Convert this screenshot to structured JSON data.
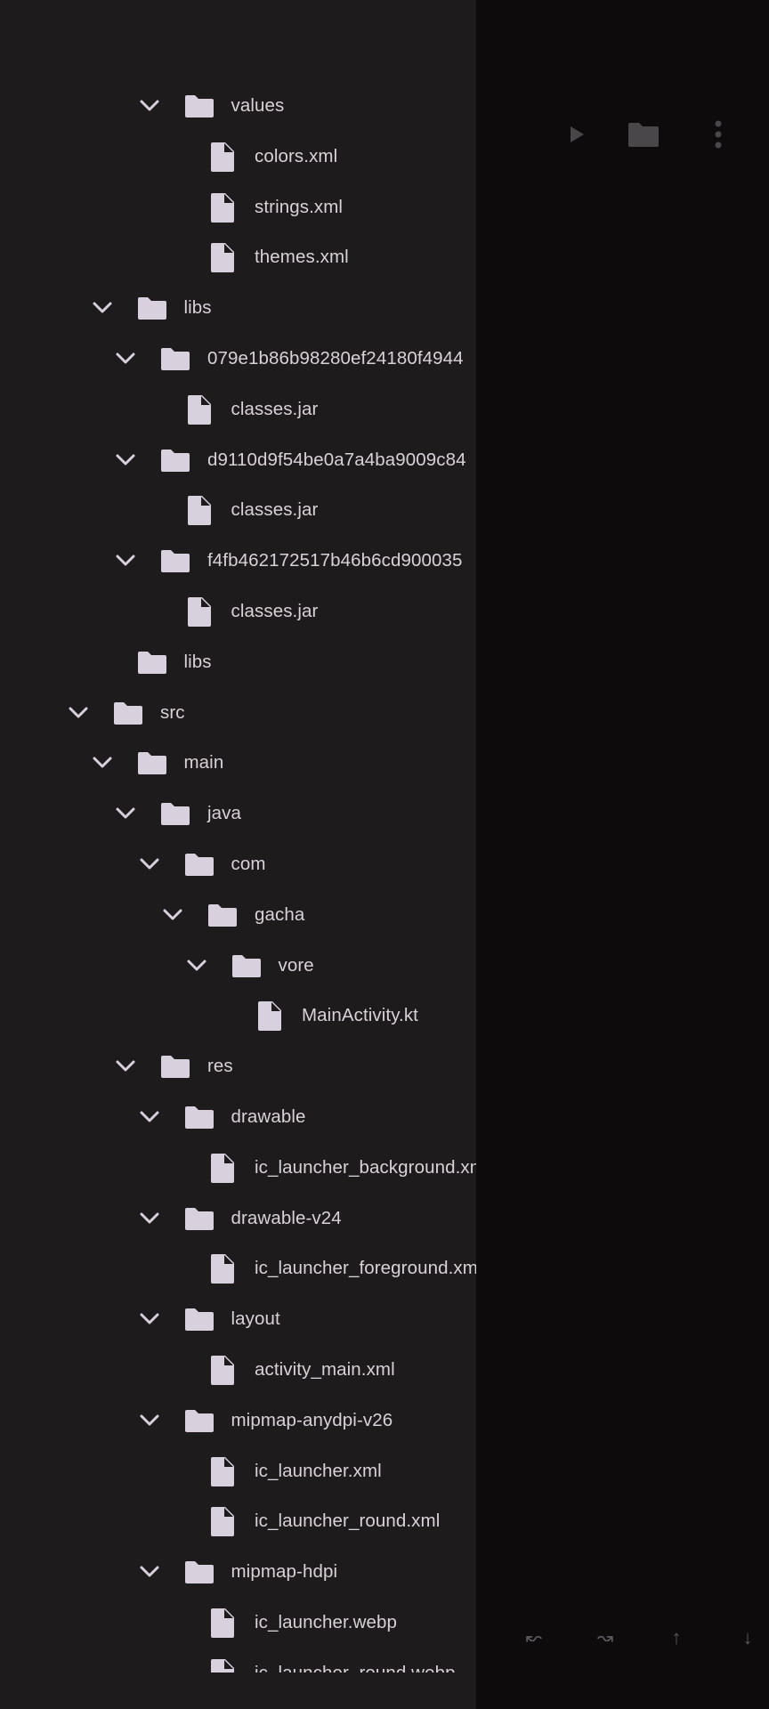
{
  "toolbar": {
    "run_icon": "play-icon",
    "folder_icon": "folder-icon",
    "more_icon": "more-vert-icon"
  },
  "bottom_keys": {
    "undo": "↜",
    "redo": "↝",
    "up": "↑",
    "down": "↓"
  },
  "colors": {
    "drawer_bg": "#1e1b1d",
    "editor_bg": "#0d0b0c",
    "text": "#d7d2d7",
    "icon": "#d8d1dd"
  },
  "tree": [
    {
      "label": "values",
      "type": "folder",
      "depth": 4,
      "expanded": true
    },
    {
      "label": "colors.xml",
      "type": "file",
      "depth": 5
    },
    {
      "label": "strings.xml",
      "type": "file",
      "depth": 5
    },
    {
      "label": "themes.xml",
      "type": "file",
      "depth": 5
    },
    {
      "label": "libs",
      "type": "folder",
      "depth": 2,
      "expanded": true
    },
    {
      "label": "079e1b86b98280ef24180f4944",
      "type": "folder",
      "depth": 3,
      "expanded": true
    },
    {
      "label": "classes.jar",
      "type": "file",
      "depth": 4
    },
    {
      "label": "d9110d9f54be0a7a4ba9009c84",
      "type": "folder",
      "depth": 3,
      "expanded": true
    },
    {
      "label": "classes.jar",
      "type": "file",
      "depth": 4
    },
    {
      "label": "f4fb462172517b46b6cd900035",
      "type": "folder",
      "depth": 3,
      "expanded": true
    },
    {
      "label": "classes.jar",
      "type": "file",
      "depth": 4
    },
    {
      "label": "libs",
      "type": "folder",
      "depth": 2,
      "expanded": false
    },
    {
      "label": "src",
      "type": "folder",
      "depth": 1,
      "expanded": true
    },
    {
      "label": "main",
      "type": "folder",
      "depth": 2,
      "expanded": true
    },
    {
      "label": "java",
      "type": "folder",
      "depth": 3,
      "expanded": true
    },
    {
      "label": "com",
      "type": "folder",
      "depth": 4,
      "expanded": true
    },
    {
      "label": "gacha",
      "type": "folder",
      "depth": 5,
      "expanded": true
    },
    {
      "label": "vore",
      "type": "folder",
      "depth": 6,
      "expanded": true
    },
    {
      "label": "MainActivity.kt",
      "type": "file",
      "depth": 7
    },
    {
      "label": "res",
      "type": "folder",
      "depth": 3,
      "expanded": true
    },
    {
      "label": "drawable",
      "type": "folder",
      "depth": 4,
      "expanded": true
    },
    {
      "label": "ic_launcher_background.xml",
      "type": "file",
      "depth": 5
    },
    {
      "label": "drawable-v24",
      "type": "folder",
      "depth": 4,
      "expanded": true
    },
    {
      "label": "ic_launcher_foreground.xml",
      "type": "file",
      "depth": 5
    },
    {
      "label": "layout",
      "type": "folder",
      "depth": 4,
      "expanded": true
    },
    {
      "label": "activity_main.xml",
      "type": "file",
      "depth": 5
    },
    {
      "label": "mipmap-anydpi-v26",
      "type": "folder",
      "depth": 4,
      "expanded": true
    },
    {
      "label": "ic_launcher.xml",
      "type": "file",
      "depth": 5
    },
    {
      "label": "ic_launcher_round.xml",
      "type": "file",
      "depth": 5
    },
    {
      "label": "mipmap-hdpi",
      "type": "folder",
      "depth": 4,
      "expanded": true
    },
    {
      "label": "ic_launcher.webp",
      "type": "file",
      "depth": 5
    },
    {
      "label": "ic_launcher_round.webp",
      "type": "file",
      "depth": 5
    }
  ]
}
